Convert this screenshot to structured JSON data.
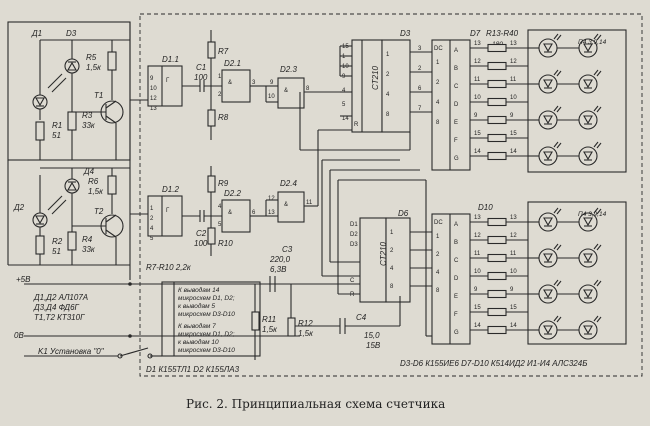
{
  "caption": "Рис. 2. Принципиальная схема счетчика",
  "labels": {
    "d1": "Д1",
    "d2": "Д2",
    "d3": "D3",
    "d4": "Д4",
    "r1": "R1",
    "r1v": "51",
    "r2": "R2",
    "r2v": "51",
    "r3": "R3",
    "r3v": "33к",
    "r4": "R4",
    "r4v": "33к",
    "r5": "R5",
    "r5v": "1,5к",
    "r6": "R6",
    "r6v": "1,5к",
    "t1": "T1",
    "t2": "T2",
    "d1_1": "D1.1",
    "d1_2": "D1.2",
    "d2_1": "D2.1",
    "d2_2": "D2.2",
    "d2_3": "D2.3",
    "d2_4": "D2.4",
    "c1": "C1",
    "c1v": "100",
    "c2": "C2",
    "c2v": "100",
    "r7": "R7",
    "r8": "R8",
    "r9": "R9",
    "r10": "R10",
    "d6": "D6",
    "ct": "CT2",
    "d7": "D7",
    "d10": "D10",
    "dc": "DC",
    "r13_40": "R13-R40",
    "r180": "180",
    "p14": "П1 4,3,9,14",
    "p14b": "П4 3,9,14",
    "c3": "C3",
    "c3v": "220,0",
    "c3v2": "6,3В",
    "c4": "C4",
    "c4v": "15,0",
    "c4v2": "15В",
    "r11": "R11",
    "r11v": "1,5к",
    "r12": "R12",
    "r12v": "1,5к",
    "r7_10": "R7-R10 2,2к",
    "plus5": "+5В",
    "zero": "0В",
    "k1": "K1 Установка \"0\"",
    "parts1": "Д1,Д2 АЛ107А",
    "parts2": "Д3,Д4 ФД6Г",
    "parts3": "T1,T2 КТ310Г",
    "note_a1": "К выводам 14",
    "note_a2": "микросхем D1, D2;",
    "note_a3": "к выводам 5",
    "note_a4": "микросхем D3-D10",
    "note_b1": "К выводам 7",
    "note_b2": "микросхем D1, D2;",
    "note_b3": "к выводам 10",
    "note_b4": "микросхем D3-D10",
    "ics1": "D1 К155ТЛ1  D2 К155ЛА3",
    "ics2": "D3-D6 К155ИЕ6  D7-D10 К514ИД2  И1-И4 АЛС324Б",
    "seg_a": "A",
    "seg_b": "B",
    "seg_c": "C",
    "seg_d": "D",
    "seg_e": "E",
    "seg_f": "F",
    "seg_g": "G"
  },
  "pin_numbers_top": [
    "13",
    "12",
    "11",
    "10",
    "9",
    "15",
    "14"
  ],
  "pin_numbers_bottom": [
    "13",
    "12",
    "11",
    "10",
    "9",
    "15",
    "14"
  ],
  "dc_inputs": [
    "1",
    "2",
    "4",
    "8"
  ]
}
